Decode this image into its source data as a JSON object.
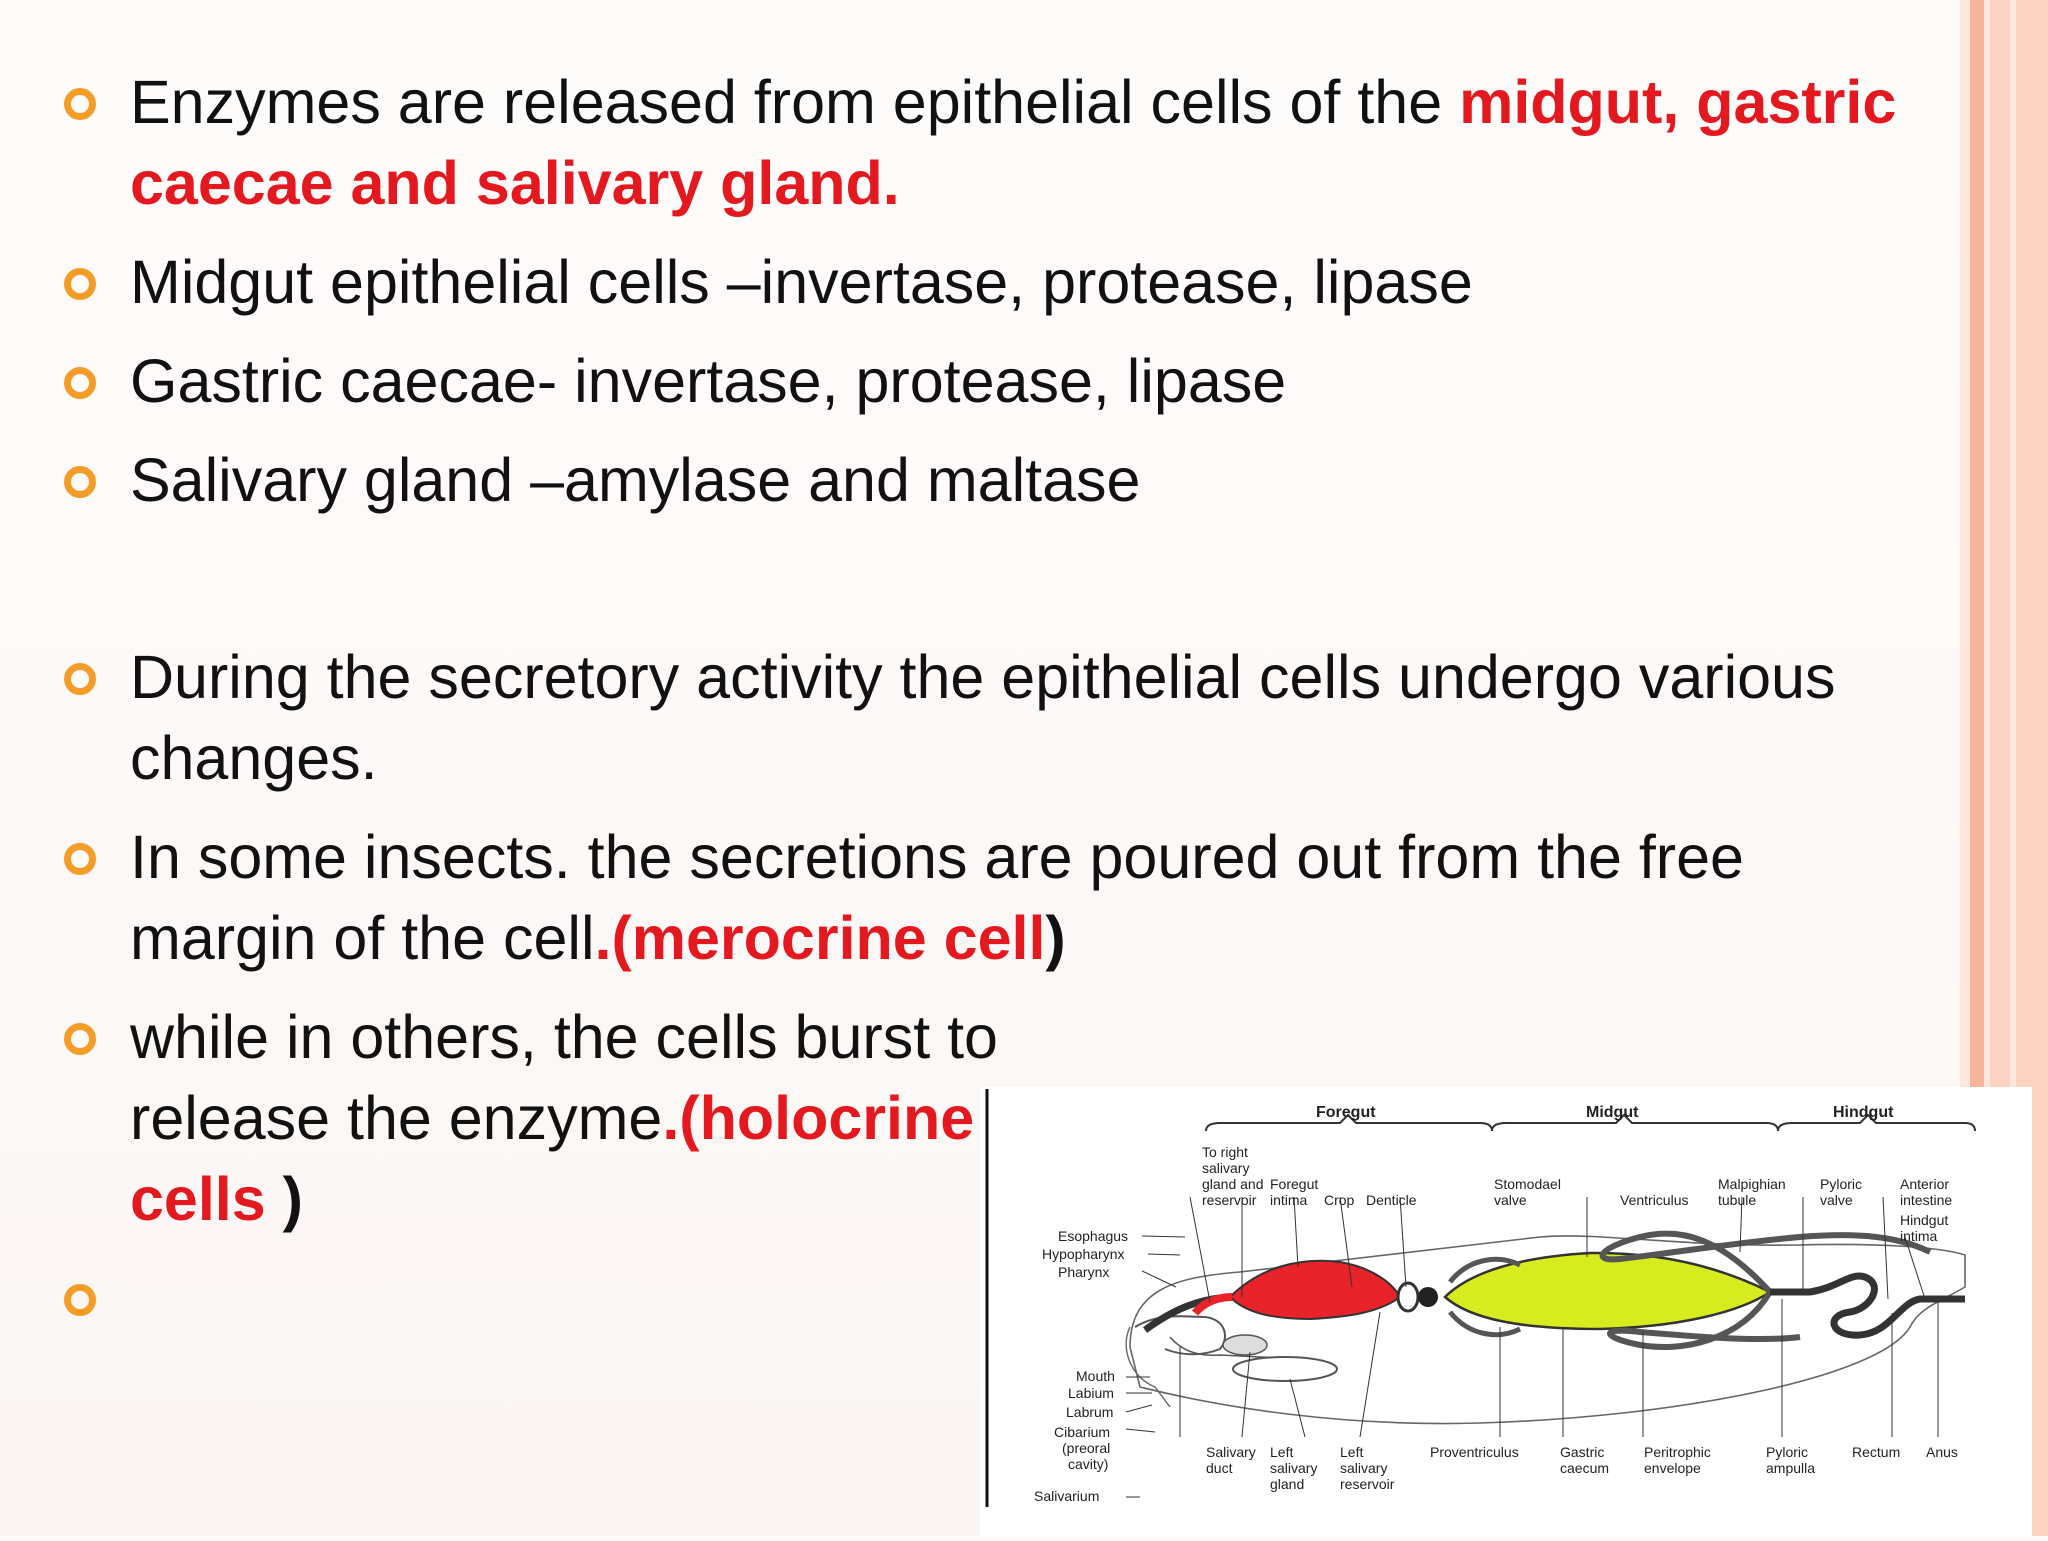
{
  "colors": {
    "bullet_mark": "#f39d28",
    "highlight_red": "#e3191f",
    "stripe_light": "#fbd3c2",
    "stripe_mid": "#f6b49a",
    "foregut_fill": "#e8232a",
    "midgut_fill": "#d6ec1e"
  },
  "bullets": [
    {
      "lines": [
        {
          "plain": "Enzymes are released from epithelial cells of the ",
          "red": "midgut, gastric caecae and salivary gland."
        }
      ]
    },
    {
      "text": "Midgut epithelial cells –invertase, protease, lipase"
    },
    {
      "text": "Gastric caecae- invertase, protease, lipase"
    },
    {
      "text": "Salivary gland –amylase and maltase"
    },
    {
      "text": "During the secretory activity the epithelial cells undergo various changes."
    },
    {
      "plain": "In some insects. the secretions are poured out from the free margin of the cell",
      "red": ".(merocrine cell",
      "tail": ")"
    },
    {
      "plain": "while in others, the cells burst to release the enzyme",
      "red": ".(holocrine cells",
      "tail": " )"
    },
    {
      "text": ""
    }
  ],
  "figure": {
    "headers": {
      "foregut": "Foregut",
      "midgut": "Midgut",
      "hindgut": "Hindgut"
    },
    "labels": {
      "to_right_salivary": [
        "To right",
        "salivary",
        "gland and",
        "reservoir"
      ],
      "foregut_intima": [
        "Foregut",
        "intima"
      ],
      "crop": "Crop",
      "denticle": "Denticle",
      "stomodael_valve": [
        "Stomodael",
        "valve"
      ],
      "ventriculus": "Ventriculus",
      "malpighian_tubule": [
        "Malpighian",
        "tubule"
      ],
      "pyloric_valve": [
        "Pyloric",
        "valve"
      ],
      "anterior_intestine": [
        "Anterior",
        "intestine"
      ],
      "hindgut_intima": [
        "Hindgut",
        "intima"
      ],
      "esophagus": "Esophagus",
      "hypopharynx": "Hypopharynx",
      "pharynx": "Pharynx",
      "mouth": "Mouth",
      "labium": "Labium",
      "labrum": "Labrum",
      "cibarium": [
        "Cibarium",
        "(preoral",
        "cavity)"
      ],
      "salivarium": "Salivarium",
      "salivary_duct": [
        "Salivary",
        "duct"
      ],
      "left_salivary_gland": [
        "Left",
        "salivary",
        "gland"
      ],
      "left_salivary_reservoir": [
        "Left",
        "salivary",
        "reservoir"
      ],
      "proventriculus": "Proventriculus",
      "gastric_caecum": [
        "Gastric",
        "caecum"
      ],
      "peritrophic_envelope": [
        "Peritrophic",
        "envelope"
      ],
      "pyloric_ampulla": [
        "Pyloric",
        "ampulla"
      ],
      "rectum": "Rectum",
      "anus": "Anus"
    }
  }
}
